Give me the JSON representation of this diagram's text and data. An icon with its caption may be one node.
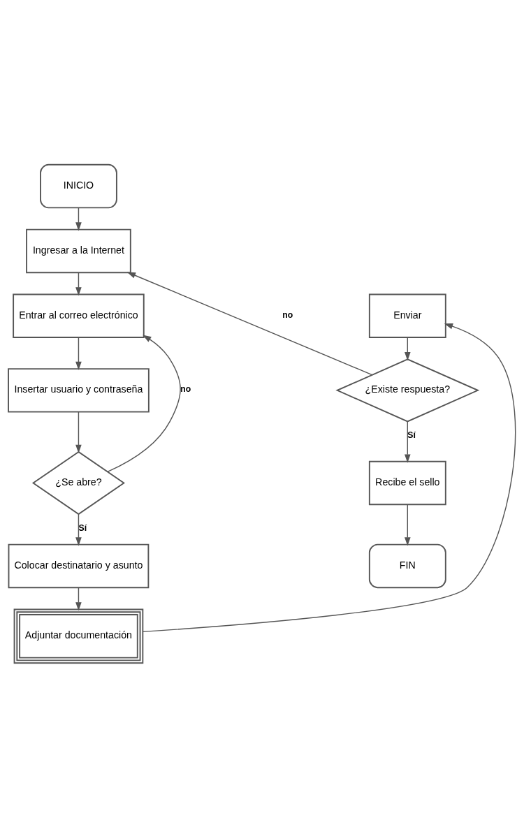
{
  "diagram": {
    "nodes": [
      {
        "text": [
          "INICIO"
        ]
      },
      {
        "text": [
          "Ingresar a la Internet"
        ]
      },
      {
        "text": [
          "Entrar al correo electrónico"
        ]
      },
      {
        "text": [
          "Insertar usuario y contraseña"
        ]
      },
      {
        "text": [
          "¿Se abre?"
        ]
      },
      {
        "text": [
          "Colocar destinatario y asunto"
        ]
      },
      {
        "text": [
          "Adjuntar documentación"
        ]
      },
      {
        "text": [
          "Enviar"
        ]
      },
      {
        "text": [
          "¿Existe respuesta?"
        ]
      },
      {
        "text": [
          "Recibe el sello"
        ]
      },
      {
        "text": [
          "FIN"
        ]
      }
    ],
    "edges": [
      {
        "from": 0,
        "to": 1,
        "arrow": "to"
      },
      {
        "from": 1,
        "to": 2,
        "arrow": "to"
      },
      {
        "from": 2,
        "to": 3,
        "arrow": "to"
      },
      {
        "from": 3,
        "to": 4,
        "arrow": "to"
      },
      {
        "from": 4,
        "to": 2,
        "label": "no",
        "arrow": "to"
      },
      {
        "from": 4,
        "to": 5,
        "label": "Sí",
        "arrow": "to"
      },
      {
        "from": 5,
        "to": 6,
        "arrow": "to"
      },
      {
        "from": 6,
        "to": 7,
        "arrow": "to"
      },
      {
        "from": 7,
        "to": 8,
        "arrow": "to"
      },
      {
        "from": 8,
        "to": 1,
        "label": "no",
        "arrow": "to"
      },
      {
        "from": 8,
        "to": 9,
        "label": "Sí",
        "arrow": "to"
      },
      {
        "from": 9,
        "to": 10,
        "arrow": "to"
      }
    ]
  }
}
